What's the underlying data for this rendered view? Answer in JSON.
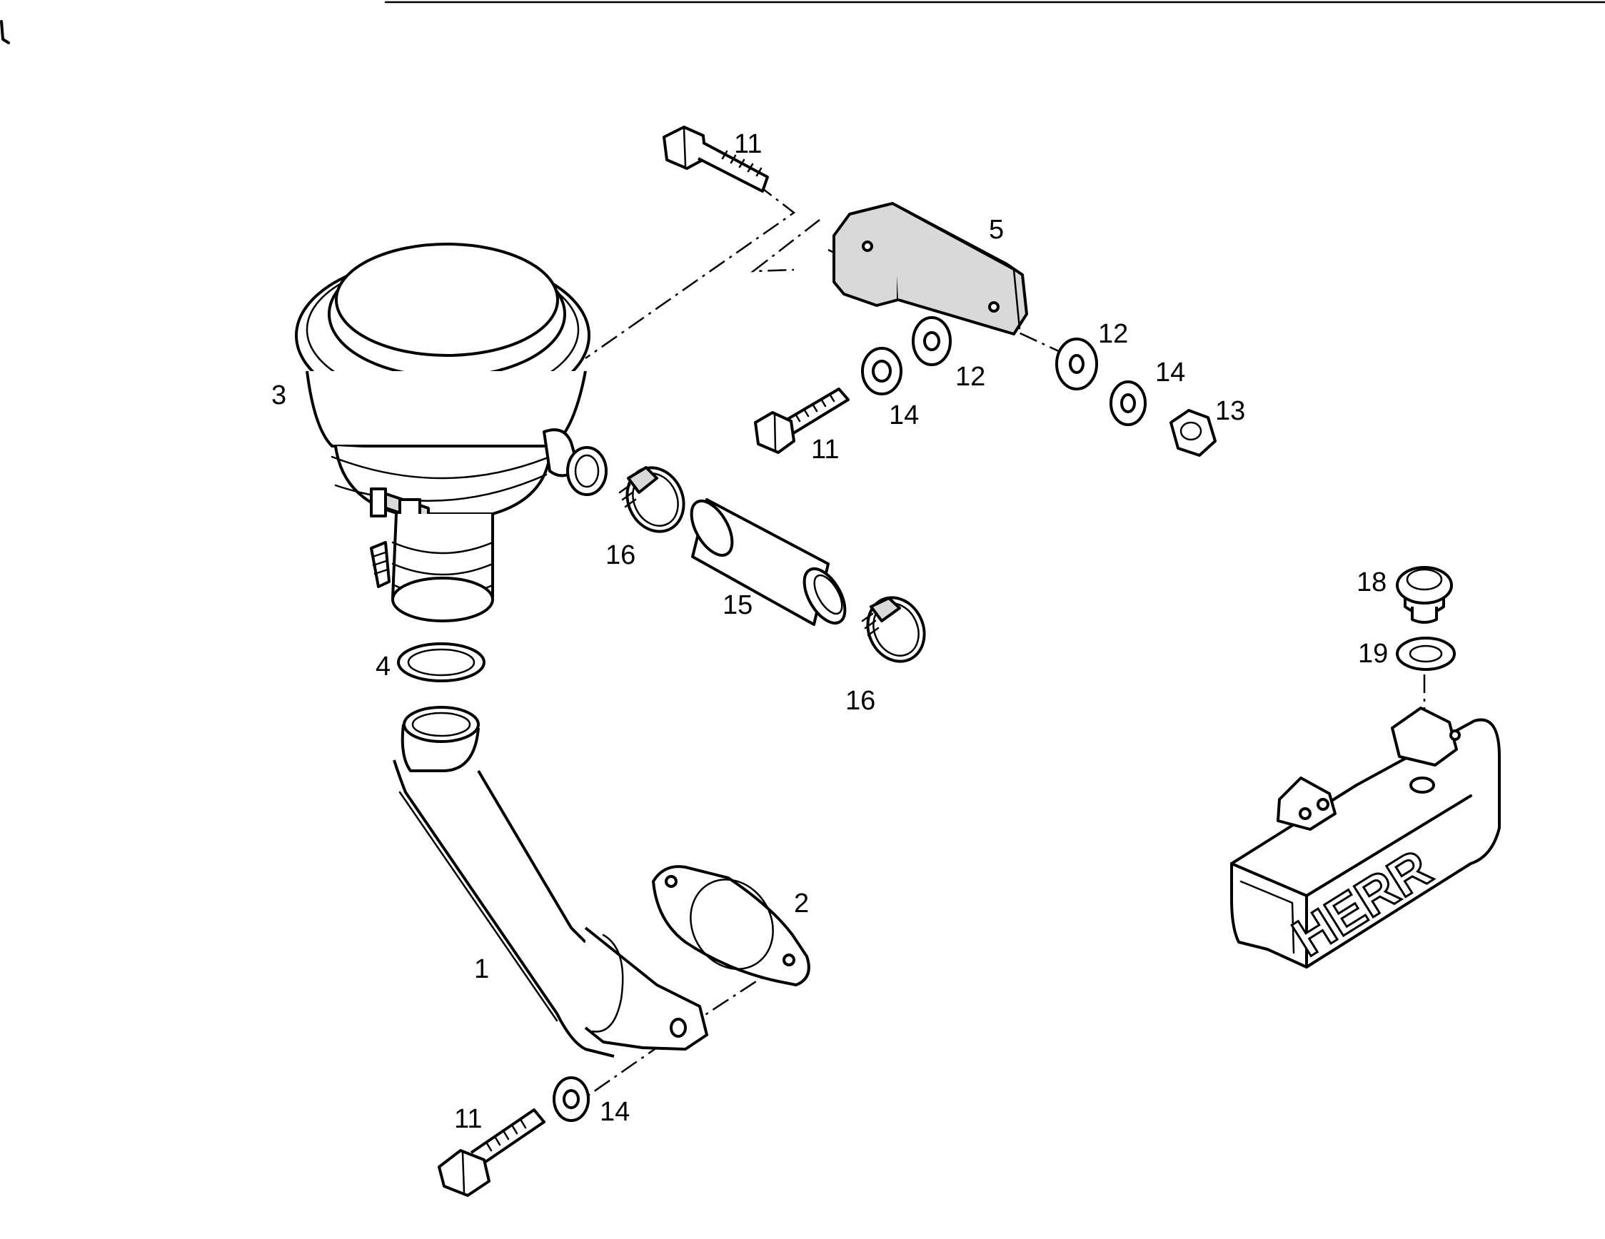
{
  "labels": {
    "p1": "1",
    "p2": "2",
    "p3": "3",
    "p4": "4",
    "p5": "5",
    "p11a": "11",
    "p11b": "11",
    "p11c": "11",
    "p12a": "12",
    "p12b": "12",
    "p13": "13",
    "p14a": "14",
    "p14b": "14",
    "p14c": "14",
    "p15": "15",
    "p16a": "16",
    "p16b": "16",
    "p18": "18",
    "p19": "19"
  },
  "muffler_lettering": "HERR"
}
